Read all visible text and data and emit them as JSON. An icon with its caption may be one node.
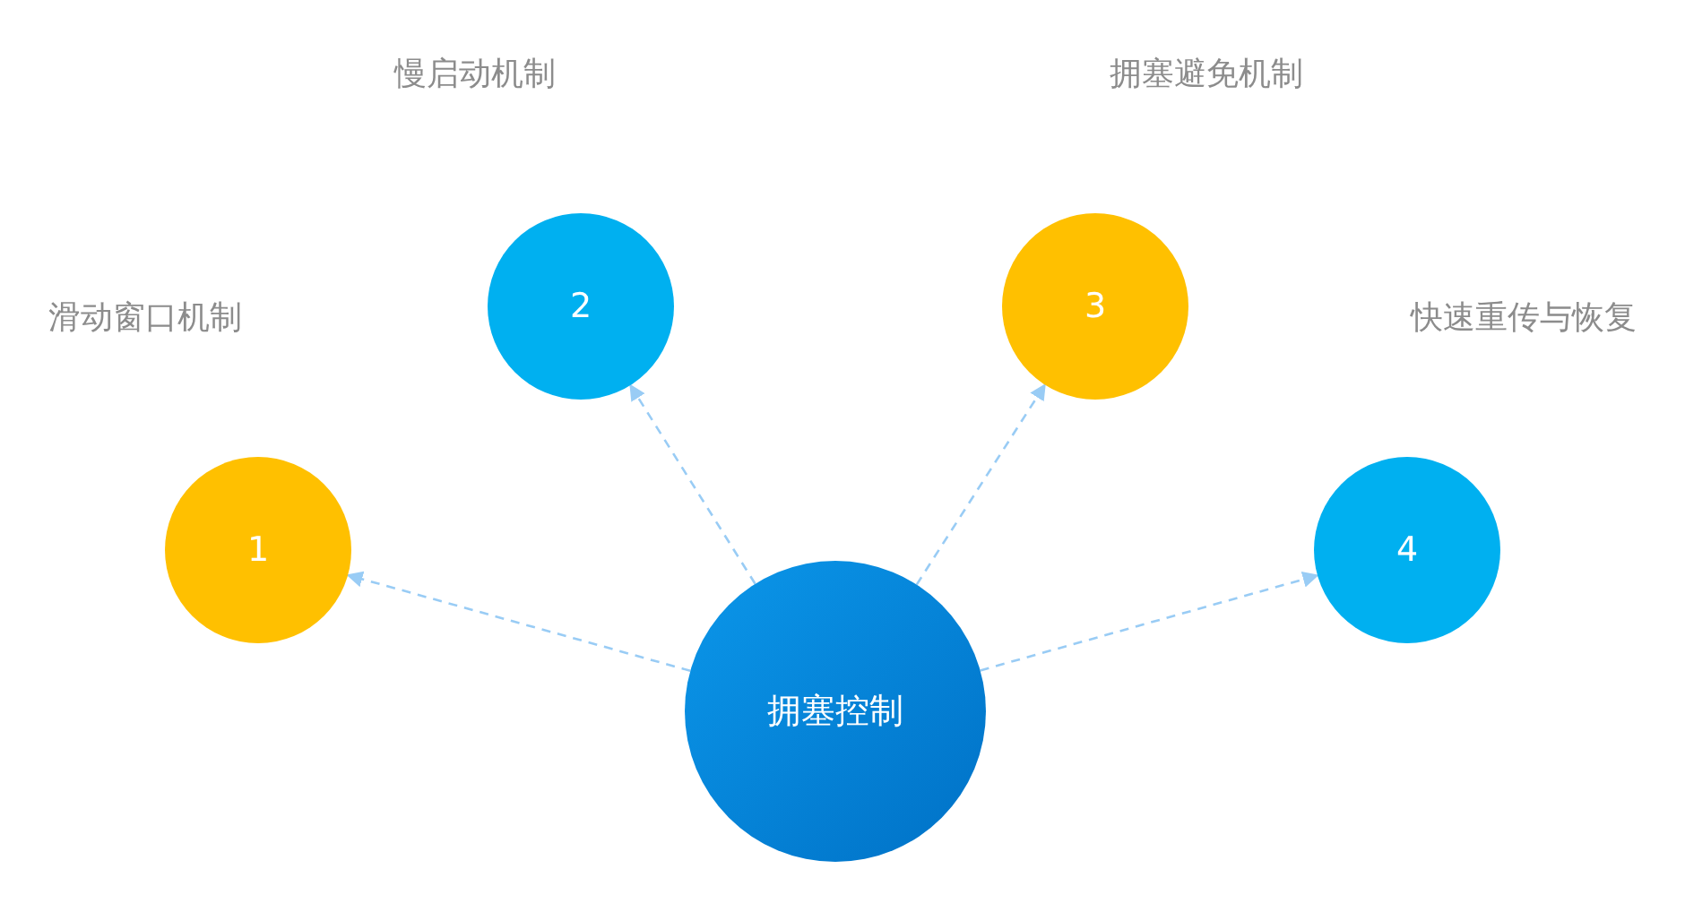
{
  "diagram": {
    "nodes": [
      {
        "text": [
          "拥塞控制"
        ]
      },
      {
        "text": [
          "1"
        ],
        "beside": [
          "滑动窗口机制"
        ]
      },
      {
        "text": [
          "2"
        ],
        "beside": [
          "慢启动机制"
        ]
      },
      {
        "text": [
          "3"
        ],
        "beside": [
          "拥塞避免机制"
        ]
      },
      {
        "text": [
          "4"
        ],
        "beside": [
          "快速重传与恢复"
        ]
      }
    ],
    "edges": [
      {
        "from": 0,
        "to": 1,
        "arrow": "to",
        "style": "dashed"
      },
      {
        "from": 0,
        "to": 2,
        "arrow": "to",
        "style": "dashed"
      },
      {
        "from": 0,
        "to": 3,
        "arrow": "to",
        "style": "dashed"
      },
      {
        "from": 0,
        "to": 4,
        "arrow": "to",
        "style": "dashed"
      }
    ]
  }
}
